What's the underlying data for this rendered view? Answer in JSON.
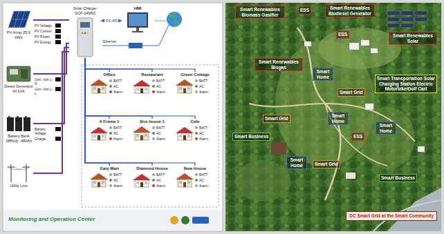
{
  "diagram": {
    "caption": "DC Smart Grid at the Smart Community",
    "nodes": [
      {
        "text": [
          "Solar Charger SCP-24M50"
        ]
      },
      {
        "text": [
          "HMI"
        ]
      },
      {
        "text": [
          "PV Array 25.6 kWp"
        ]
      },
      {
        "text": [
          "Diesel Generator 40 kVA"
        ]
      },
      {
        "text": [
          "Battery Bank 288Vdc, 480Ah"
        ]
      },
      {
        "text": [
          "Utility Line"
        ]
      },
      {
        "text": [
          "Office",
          "BATT",
          "AC",
          "Alarm"
        ]
      },
      {
        "text": [
          "Restaurant",
          "BATT",
          "AC",
          "Alarm"
        ]
      },
      {
        "text": [
          "Green Cottage",
          "BATT",
          "AC",
          "Alarm"
        ]
      },
      {
        "text": [
          "A Frame 1",
          "BATT",
          "AC",
          "Alarm"
        ]
      },
      {
        "text": [
          "Box house 1",
          "BATT",
          "AC",
          "Alarm"
        ]
      },
      {
        "text": [
          "Cafe",
          "BATT",
          "AC",
          "Alarm"
        ]
      },
      {
        "text": [
          "Gaty Mart",
          "BATT",
          "AC",
          "Alarm"
        ]
      },
      {
        "text": [
          "Diamond House",
          "BATT",
          "AC",
          "Alarm"
        ]
      },
      {
        "text": [
          "New House",
          "BATT",
          "AC",
          "Alarm"
        ]
      },
      {
        "text": [
          "Smart Renewables Biomass Gasifier"
        ]
      },
      {
        "text": [
          "ESS"
        ]
      },
      {
        "text": [
          "Smart Renewables Biodiesel Generator"
        ]
      },
      {
        "text": [
          "ESS"
        ]
      },
      {
        "text": [
          "Smart Renewables Solar"
        ]
      },
      {
        "text": [
          "Smart Renewables Biogas"
        ]
      },
      {
        "text": [
          "Smart Home"
        ]
      },
      {
        "text": [
          "Smart Grid"
        ]
      },
      {
        "text": [
          "Smart Transportation Solar Charging Station Electric Motorbike/Golf Cart"
        ]
      },
      {
        "text": [
          "Smart Grid"
        ]
      },
      {
        "text": [
          "Smart Home"
        ]
      },
      {
        "text": [
          "Smart Home"
        ]
      },
      {
        "text": [
          "Smart Business"
        ]
      },
      {
        "text": [
          "ESS"
        ]
      },
      {
        "text": [
          "Smart Home"
        ]
      },
      {
        "text": [
          "Smart Grid"
        ]
      },
      {
        "text": [
          "Smart Business"
        ]
      }
    ],
    "edges": [
      {
        "from": 2,
        "to": 0,
        "arrow": "none"
      },
      {
        "from": 3,
        "to": 0,
        "arrow": "none"
      },
      {
        "from": 4,
        "to": 0,
        "arrow": "none"
      },
      {
        "from": 5,
        "to": 0,
        "arrow": "none"
      },
      {
        "from": 0,
        "to": 1,
        "label": "RS-485",
        "arrow": "both"
      },
      {
        "from": 0,
        "to": 6,
        "arrow": "none"
      },
      {
        "from": 0,
        "to": 7,
        "arrow": "none"
      },
      {
        "from": 0,
        "to": 8,
        "arrow": "none"
      },
      {
        "from": 0,
        "to": 9,
        "arrow": "none"
      },
      {
        "from": 0,
        "to": 10,
        "arrow": "none"
      },
      {
        "from": 0,
        "to": 11,
        "arrow": "none"
      },
      {
        "from": 0,
        "to": 12,
        "arrow": "none"
      },
      {
        "from": 0,
        "to": 13,
        "arrow": "none"
      },
      {
        "from": 0,
        "to": 14,
        "arrow": "none"
      }
    ],
    "labels": [
      "PV Voltage",
      "PV Current",
      "PV Power",
      "PV Energy",
      "Gen. Volt L-N",
      "Gen. Volt L-L",
      "Battery Voltage",
      "Charge",
      "Ethernet",
      "Monitoring and Operation Center"
    ]
  }
}
